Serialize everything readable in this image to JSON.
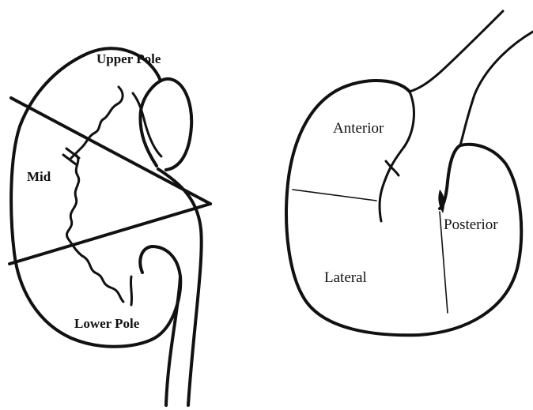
{
  "left_figure": {
    "labels": {
      "upper_pole": "Upper Pole",
      "mid": "Mid",
      "lower_pole": "Lower Pole"
    }
  },
  "right_figure": {
    "labels": {
      "anterior": "Anterior",
      "lateral": "Lateral",
      "posterior": "Posterior"
    }
  },
  "style": {
    "line_color": "#111111",
    "background": "#ffffff"
  }
}
